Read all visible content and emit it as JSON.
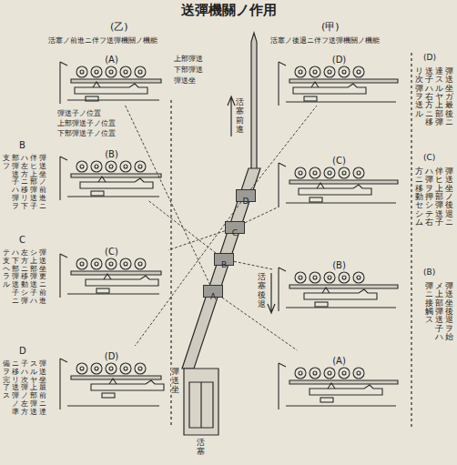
{
  "diagram": {
    "title": "送彈機關ノ作用",
    "nodes": [
      {
        "text": [
          "(A)"
        ]
      },
      {
        "text": [
          "(B)"
        ]
      },
      {
        "text": [
          "(C)"
        ]
      },
      {
        "text": [
          "(D)"
        ]
      },
      {
        "text": [
          "A"
        ]
      },
      {
        "text": [
          "B"
        ]
      },
      {
        "text": [
          "C"
        ]
      },
      {
        "text": [
          "D"
        ]
      },
      {
        "text": [
          "(D)"
        ]
      },
      {
        "text": [
          "(C)"
        ]
      },
      {
        "text": [
          "(B)"
        ]
      },
      {
        "text": [
          "(A)"
        ]
      }
    ],
    "edges": [
      {
        "from": 4,
        "to": 0,
        "arrow": "none"
      },
      {
        "from": 5,
        "to": 1,
        "arrow": "none"
      },
      {
        "from": 6,
        "to": 2,
        "arrow": "none"
      },
      {
        "from": 7,
        "to": 3,
        "arrow": "none"
      },
      {
        "from": 7,
        "to": 8,
        "arrow": "none"
      },
      {
        "from": 6,
        "to": 9,
        "arrow": "none"
      },
      {
        "from": 5,
        "to": 10,
        "arrow": "none"
      },
      {
        "from": 4,
        "to": 11,
        "arrow": "none"
      }
    ],
    "labels": [
      "(乙)",
      "活塞ノ前進ニ伴フ送彈機關ノ機能",
      "(甲)",
      "活塞ノ後退ニ伴フ送彈機關ノ機能",
      "上部彈送",
      "下部彈送",
      "彈送坐",
      "彈送子ノ位置",
      "上部彈送子ノ位置",
      "下部彈送子ノ位置",
      "活塞前進",
      "活塞後退",
      "彈送坐",
      "活塞",
      "(D)",
      "彈送坐ガ最後ニ",
      "達スルヤ上部彈",
      "送子ハ右方ニ移",
      "リ次彈ヲ送ル",
      "(C)",
      "彈送坐ノ後退ニ",
      "伴ヒ上部彈送子",
      "ハ彈ヲ押シテ右",
      "方ニ移動セシム",
      "(B)",
      "彈送坐後退ヲ始",
      "メ上部彈送子ハ",
      "彈ニ接觸ス",
      "B",
      "彈送坐ノ前進ニ",
      "伴ヒ上部彈送子",
      "ハ左方ニ移リ下",
      "部彈送子ハ彈ヲ",
      "支フ",
      "C",
      "彈送坐更ニ前進",
      "シ上部彈送子ハ",
      "左方ニ移動シ彈",
      "ハ下部彈送子ニ",
      "テ支ヘラル",
      "D",
      "彈送坐最前ニ達",
      "スルヤ上部彈送",
      "子ハ次彈ノ左方",
      "ニ移リ送彈ノ準",
      "備ヲ完了ス"
    ]
  }
}
